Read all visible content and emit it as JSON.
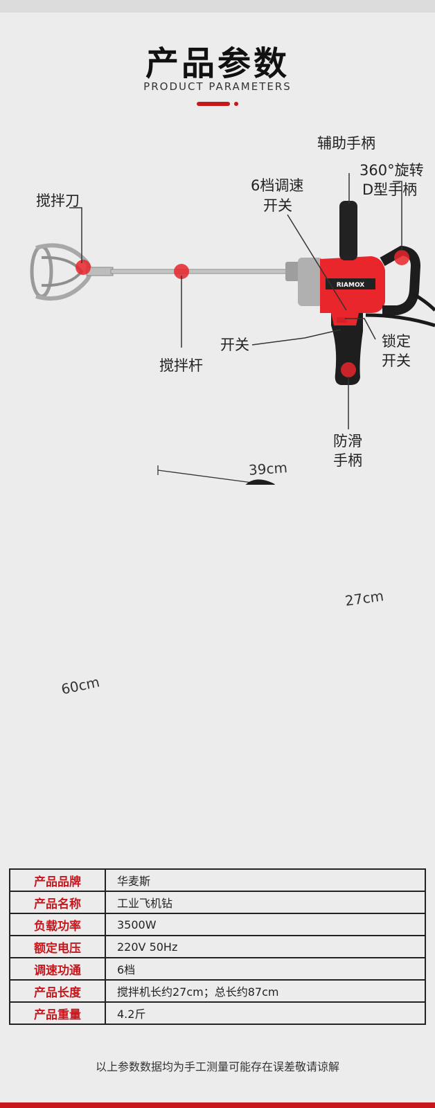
{
  "header": {
    "title": "产品参数",
    "subtitle": "PRODUCT PARAMETERS"
  },
  "product": {
    "brand_mark": "RIAMOX",
    "labels": {
      "mixer_blade": "搅拌刀",
      "speed_switch_line1": "6档调速",
      "speed_switch_line2": "开关",
      "aux_handle": "辅助手柄",
      "d_handle_line1": "360°旋转",
      "d_handle_line2": "D型手柄",
      "switch": "开关",
      "lock_line1": "锁定",
      "lock_line2": "开关",
      "mixer_rod": "搅拌杆",
      "grip_line1": "防滑",
      "grip_line2": "手柄"
    },
    "dimensions": {
      "width": "39cm",
      "height": "27cm",
      "rod_length": "60cm"
    }
  },
  "specs": {
    "rows": [
      {
        "key": "产品品牌",
        "value": "华麦斯"
      },
      {
        "key": "产品名称",
        "value": "工业飞机钻"
      },
      {
        "key": "负载功率",
        "value": "3500W"
      },
      {
        "key": "额定电压",
        "value": "220V 50Hz"
      },
      {
        "key": "调速功通",
        "value": "6档"
      },
      {
        "key": "产品长度",
        "value": "搅拌机长约27cm；总长约87cm"
      },
      {
        "key": "产品重量",
        "value": "4.2斤"
      }
    ],
    "note": "以上参数数据均为手工测量可能存在误差敬请谅解"
  },
  "colors": {
    "accent": "#c8161d",
    "body_red": "#e8262b",
    "metal": "#b5b5b5"
  }
}
